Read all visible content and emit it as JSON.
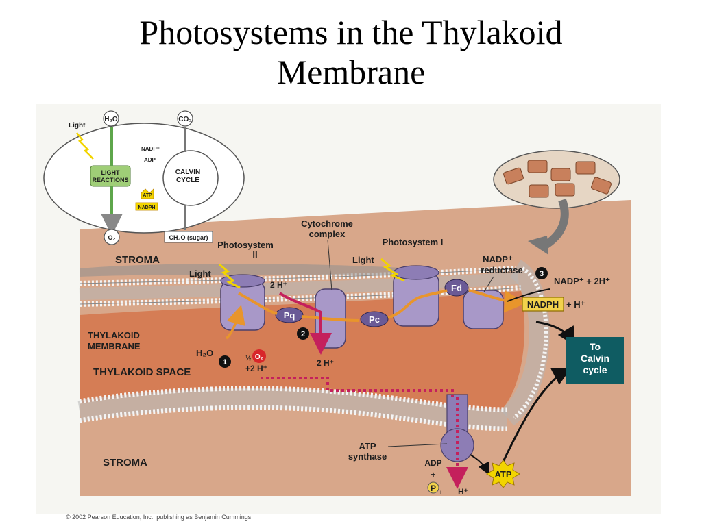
{
  "slide": {
    "title_line1": "Photosystems in the Thylakoid",
    "title_line2": "Membrane"
  },
  "inset": {
    "light": "Light",
    "h2o": "H₂O",
    "co2": "CO₂",
    "light_reactions_1": "LIGHT",
    "light_reactions_2": "REACTIONS",
    "calvin_1": "CALVIN",
    "calvin_2": "CYCLE",
    "nadp": "NADP⁺",
    "adp": "ADP",
    "atp": "ATP",
    "nadph": "NADPH",
    "o2": "O₂",
    "sugar": "CH₂O (sugar)"
  },
  "labels": {
    "stroma_top": "STROMA",
    "stroma_bottom": "STROMA",
    "thylakoid_membrane_1": "THYLAKOID",
    "thylakoid_membrane_2": "MEMBRANE",
    "thylakoid_space": "THYLAKOID SPACE",
    "photosystem2_1": "Photosystem",
    "photosystem2_2": "II",
    "cytochrome_1": "Cytochrome",
    "cytochrome_2": "complex",
    "photosystem1": "Photosystem I",
    "nadp_reductase_1": "NADP⁺",
    "nadp_reductase_2": "reductase",
    "light_left": "Light",
    "light_right": "Light",
    "pq": "Pq",
    "pc": "Pc",
    "fd": "Fd",
    "two_h_top": "2 H⁺",
    "two_h_mid": "2 H⁺",
    "h2o": "H₂O",
    "half": "½",
    "o2": "O₂",
    "plus_2h": "+2 H⁺",
    "nadp_plus_2h": "NADP⁺ + 2H⁺",
    "nadph": "NADPH",
    "plus_h": "+ H⁺",
    "to_calvin_1": "To",
    "to_calvin_2": "Calvin",
    "to_calvin_3": "cycle",
    "atp_synthase_1": "ATP",
    "atp_synthase_2": "synthase",
    "adp": "ADP",
    "plus": "+",
    "pi": "P",
    "pi_sub": "i",
    "atp": "ATP",
    "h_plus": "H⁺",
    "step1": "1",
    "step2": "2",
    "step3": "3",
    "credit": "© 2002 Pearson Education, Inc., publishing as Benjamin Cummings"
  },
  "colors": {
    "stroma": "#d8a78a",
    "lumen": "#d57d55",
    "membrane_head": "#f4f4f4",
    "membrane_tail": "#b7b7b7",
    "protein": "#a898c8",
    "electron_path": "#f1a33c",
    "proton_path": "#c4205c",
    "calvin_box": "#0f5c62"
  }
}
